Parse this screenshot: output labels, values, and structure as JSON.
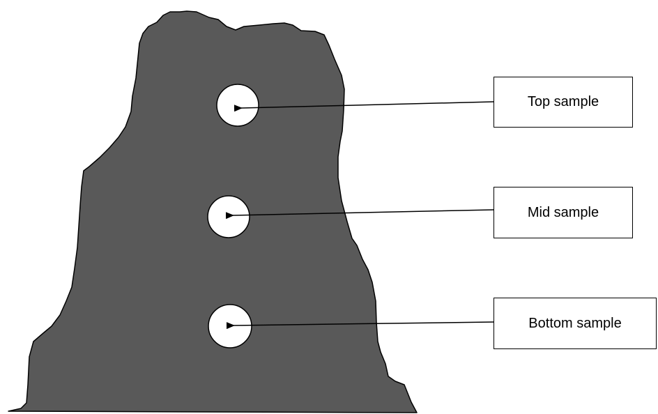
{
  "colors": {
    "rock_fill": "#595959",
    "outline": "#000000",
    "sample_fill": "#ffffff",
    "background": "#ffffff"
  },
  "samples": [
    {
      "id": "top",
      "label": "Top sample"
    },
    {
      "id": "mid",
      "label": "Mid sample"
    },
    {
      "id": "bottom",
      "label": "Bottom sample"
    }
  ]
}
